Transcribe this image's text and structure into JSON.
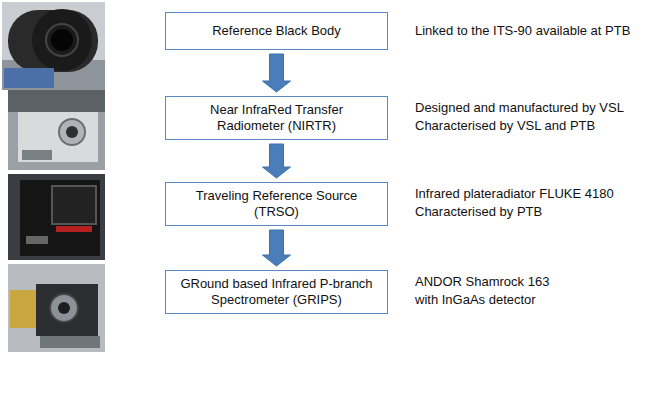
{
  "diagram": {
    "nodes": [
      {
        "text": [
          "Reference Black Body"
        ]
      },
      {
        "text": [
          "Near InfraRed Transfer Radiometer (NIRTR)"
        ]
      },
      {
        "text": [
          "Traveling Reference Source (TRSO)"
        ]
      },
      {
        "text": [
          "GRound based Infrared P-branch Spectrometer (GRIPS)"
        ]
      }
    ],
    "edges": [
      {
        "from": 0,
        "to": 1,
        "arrow": "to"
      },
      {
        "from": 1,
        "to": 2,
        "arrow": "to"
      },
      {
        "from": 2,
        "to": 3,
        "arrow": "to"
      }
    ],
    "labels": [
      "Linked to the ITS-90 available at PTB",
      "Designed and manufactured  by VSL",
      "Characterised by VSL and PTB",
      "Infrared plateradiator FLUKE 4180",
      "Characterised by PTB",
      "ANDOR Shamrock 163",
      "with InGaAs detector"
    ]
  }
}
